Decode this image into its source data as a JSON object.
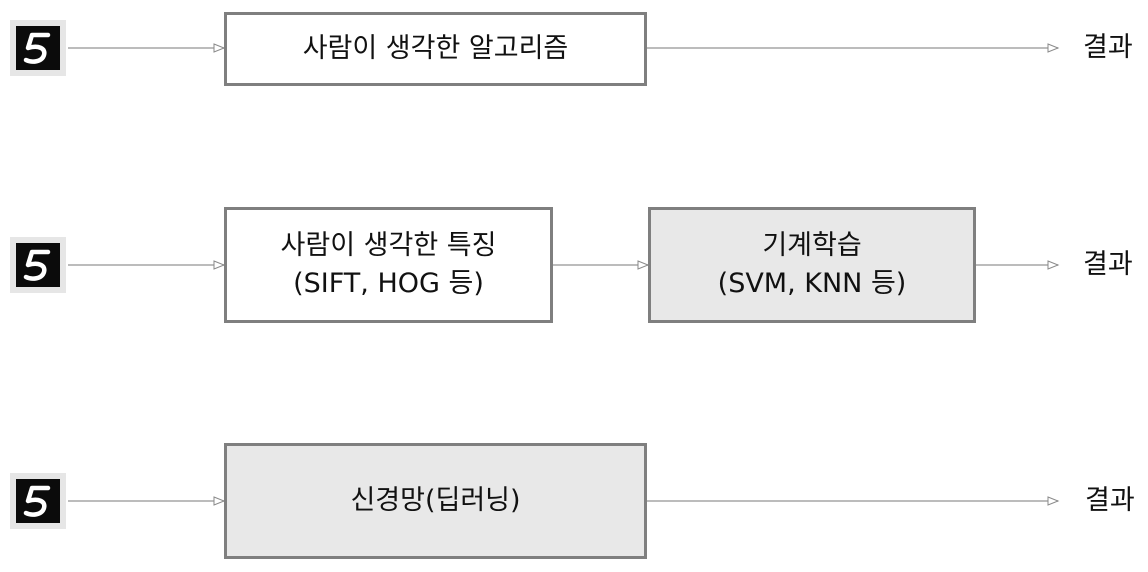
{
  "rows": [
    {
      "boxes": [
        {
          "lines": [
            "사람이 생각한 알고리즘"
          ]
        }
      ],
      "result": "결과"
    },
    {
      "boxes": [
        {
          "lines": [
            "사람이 생각한 특징",
            "(SIFT, HOG 등)"
          ]
        },
        {
          "lines": [
            "기계학습",
            "(SVM, KNN 등)"
          ]
        }
      ],
      "result": "결과"
    },
    {
      "boxes": [
        {
          "lines": [
            "신경망(딥러닝)"
          ]
        }
      ],
      "result": "결과"
    }
  ],
  "colors": {
    "box_border": "#7f7f7f",
    "shaded_box_fill": "#e8e8e8",
    "plain_box_fill": "#ffffff",
    "arrow": "#a6a6a6",
    "input_image": "#0b0b0b"
  },
  "icons": {
    "input": "handwritten-digit-5-image"
  }
}
